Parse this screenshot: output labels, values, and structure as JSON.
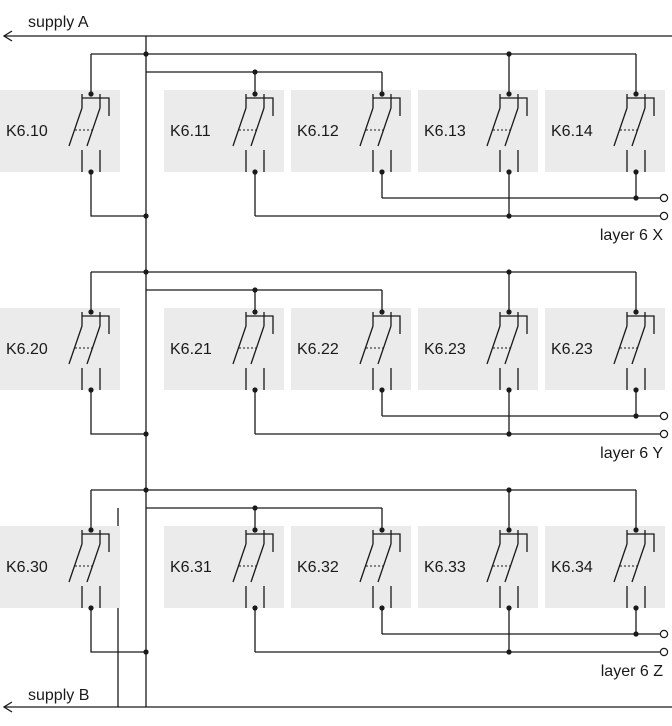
{
  "supply_a": "supply A",
  "supply_b": "supply B",
  "rows": [
    {
      "layer": "layer 6 X",
      "relays": [
        "K6.10",
        "K6.11",
        "K6.12",
        "K6.13",
        "K6.14"
      ]
    },
    {
      "layer": "layer 6 Y",
      "relays": [
        "K6.20",
        "K6.21",
        "K6.22",
        "K6.23",
        "K6.23"
      ]
    },
    {
      "layer": "layer 6 Z",
      "relays": [
        "K6.30",
        "K6.31",
        "K6.32",
        "K6.33",
        "K6.34"
      ]
    }
  ]
}
